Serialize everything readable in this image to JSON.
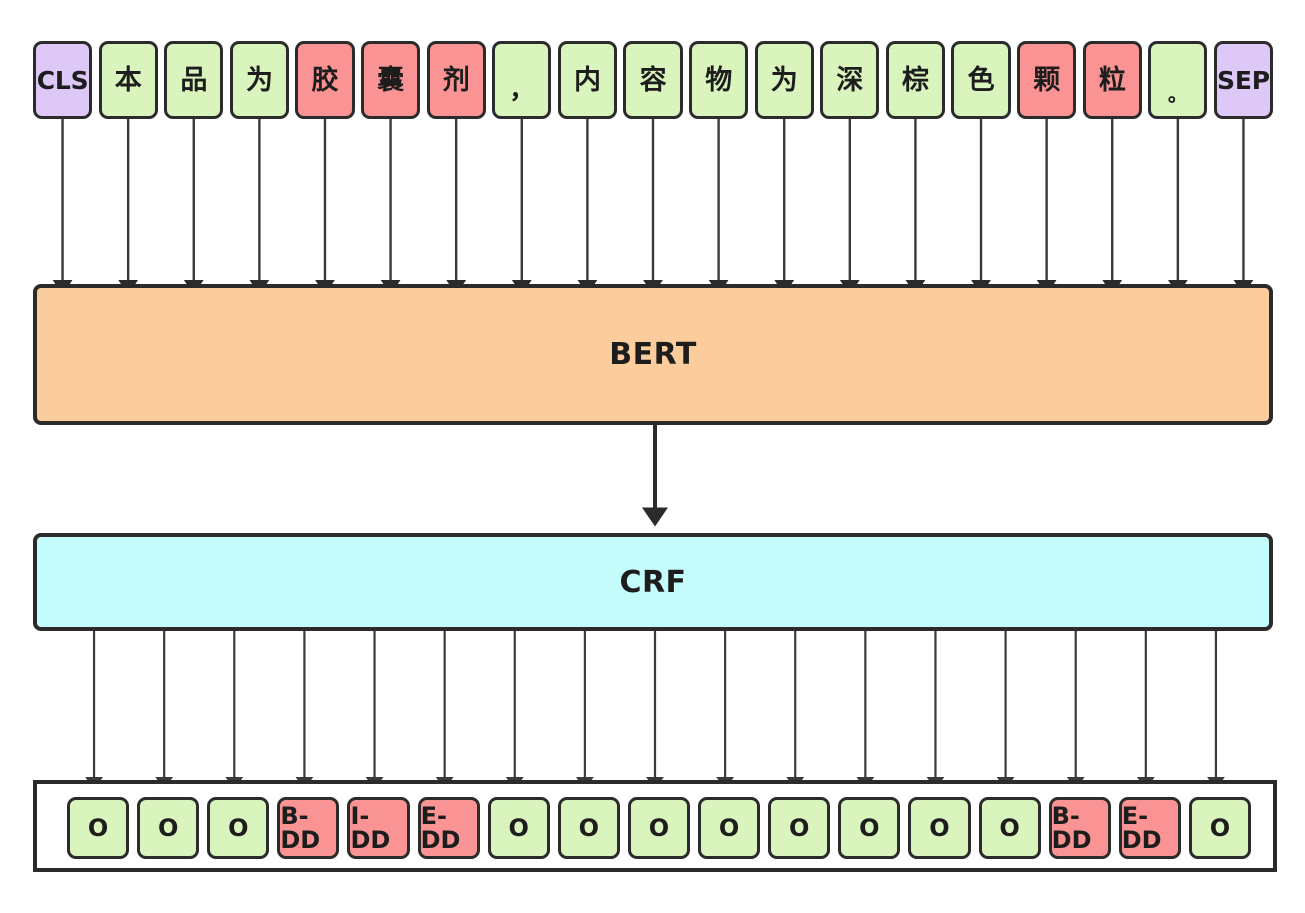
{
  "diagram": {
    "title": "BERT-CRF sequence labeling architecture",
    "colors": {
      "special_token_bg": "#ddc8f7",
      "plain_token_bg": "#d9f5bd",
      "entity_token_bg": "#fa9393",
      "bert_bg": "#fbcd9c",
      "crf_bg": "#c4fbfb",
      "stroke": "#2b2b2b",
      "canvas_bg": "#ffffff"
    }
  },
  "input_layer": {
    "name": "input-token-row",
    "tokens": [
      {
        "text": "CLS",
        "kind": "special"
      },
      {
        "text": "本",
        "kind": "plain"
      },
      {
        "text": "品",
        "kind": "plain"
      },
      {
        "text": "为",
        "kind": "plain"
      },
      {
        "text": "胶",
        "kind": "entity"
      },
      {
        "text": "囊",
        "kind": "entity"
      },
      {
        "text": "剂",
        "kind": "entity"
      },
      {
        "text": "，",
        "kind": "plain"
      },
      {
        "text": "内",
        "kind": "plain"
      },
      {
        "text": "容",
        "kind": "plain"
      },
      {
        "text": "物",
        "kind": "plain"
      },
      {
        "text": "为",
        "kind": "plain"
      },
      {
        "text": "深",
        "kind": "plain"
      },
      {
        "text": "棕",
        "kind": "plain"
      },
      {
        "text": "色",
        "kind": "plain"
      },
      {
        "text": "颗",
        "kind": "entity"
      },
      {
        "text": "粒",
        "kind": "entity"
      },
      {
        "text": "。",
        "kind": "plain"
      },
      {
        "text": "SEP",
        "kind": "special"
      }
    ]
  },
  "encoder_layer": {
    "name": "bert-layer",
    "label": "BERT"
  },
  "decoder_layer": {
    "name": "crf-layer",
    "label": "CRF"
  },
  "output_layer": {
    "name": "output-tag-row",
    "tags": [
      {
        "text": "O",
        "kind": "o"
      },
      {
        "text": "O",
        "kind": "o"
      },
      {
        "text": "O",
        "kind": "o"
      },
      {
        "text": "B-DD",
        "kind": "dd"
      },
      {
        "text": "I-DD",
        "kind": "dd"
      },
      {
        "text": "E-DD",
        "kind": "dd"
      },
      {
        "text": "O",
        "kind": "o"
      },
      {
        "text": "O",
        "kind": "o"
      },
      {
        "text": "O",
        "kind": "o"
      },
      {
        "text": "O",
        "kind": "o"
      },
      {
        "text": "O",
        "kind": "o"
      },
      {
        "text": "O",
        "kind": "o"
      },
      {
        "text": "O",
        "kind": "o"
      },
      {
        "text": "O",
        "kind": "o"
      },
      {
        "text": "B-DD",
        "kind": "dd"
      },
      {
        "text": "E-DD",
        "kind": "dd"
      },
      {
        "text": "O",
        "kind": "o"
      }
    ]
  }
}
